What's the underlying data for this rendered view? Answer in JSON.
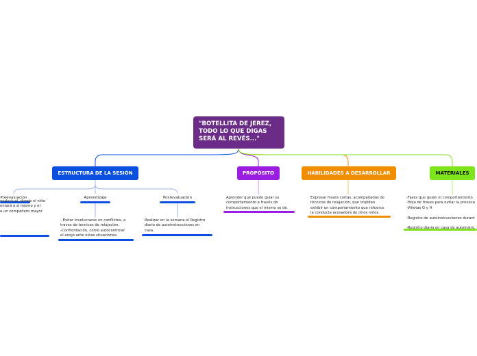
{
  "colors": {
    "root": "#6a2c86",
    "estructura": "#0b4fe0",
    "proposito": "#9b1ee0",
    "habilidades": "#f08e00",
    "materiales": "#7ee41c",
    "connector_light": "#9db4e8"
  },
  "root": {
    "label": "\"BOTELLITA DE JEREZ,\nTODO LO QUE DIGAS\nSERÁ AL REVÉS...\""
  },
  "branches": {
    "estructura": {
      "label": "ESTRUCTURA DE LA SESIÓN",
      "children": [
        {
          "label": "Preevaluación",
          "text": "onductual, donde el niño\nentará a sí mismo y el\n a un compañero mayor"
        },
        {
          "label": "Aprendizaje",
          "text": "- Evitar involucrarse en conflictos, a\ntraves de tecnicas de relajación.\n-Confrontación, como autocontrolar\nel enojo ante estas situaciones."
        },
        {
          "label": "Postevaluación",
          "text": "Realizar en la semana el Registro\ndiario de autoinstrucciones en\ncasa."
        }
      ]
    },
    "proposito": {
      "label": "PROPÓSITO",
      "text": "Aprender que puede guiar su\ncomportamiento a través de\ninstrucciones que el mismo se dé."
    },
    "habilidades": {
      "label": "HABILIDADES A DESARROLLAR",
      "text": "Expresar frases cortas, acompañadas de\ntécnicas de relajación, que impidan\nexhibir un comportamiento que refuerce\nla conducta acosadora de otros niños."
    },
    "materiales": {
      "label": "MATERIALES",
      "text": "-Fases que guían el comportamiento\n-Hoja de frases para evitar la provoca\n-Viñetas G y H\n\n-Registro de autoinstrucciones durant\n\n-Registro diario en casa de autoinstru"
    }
  }
}
